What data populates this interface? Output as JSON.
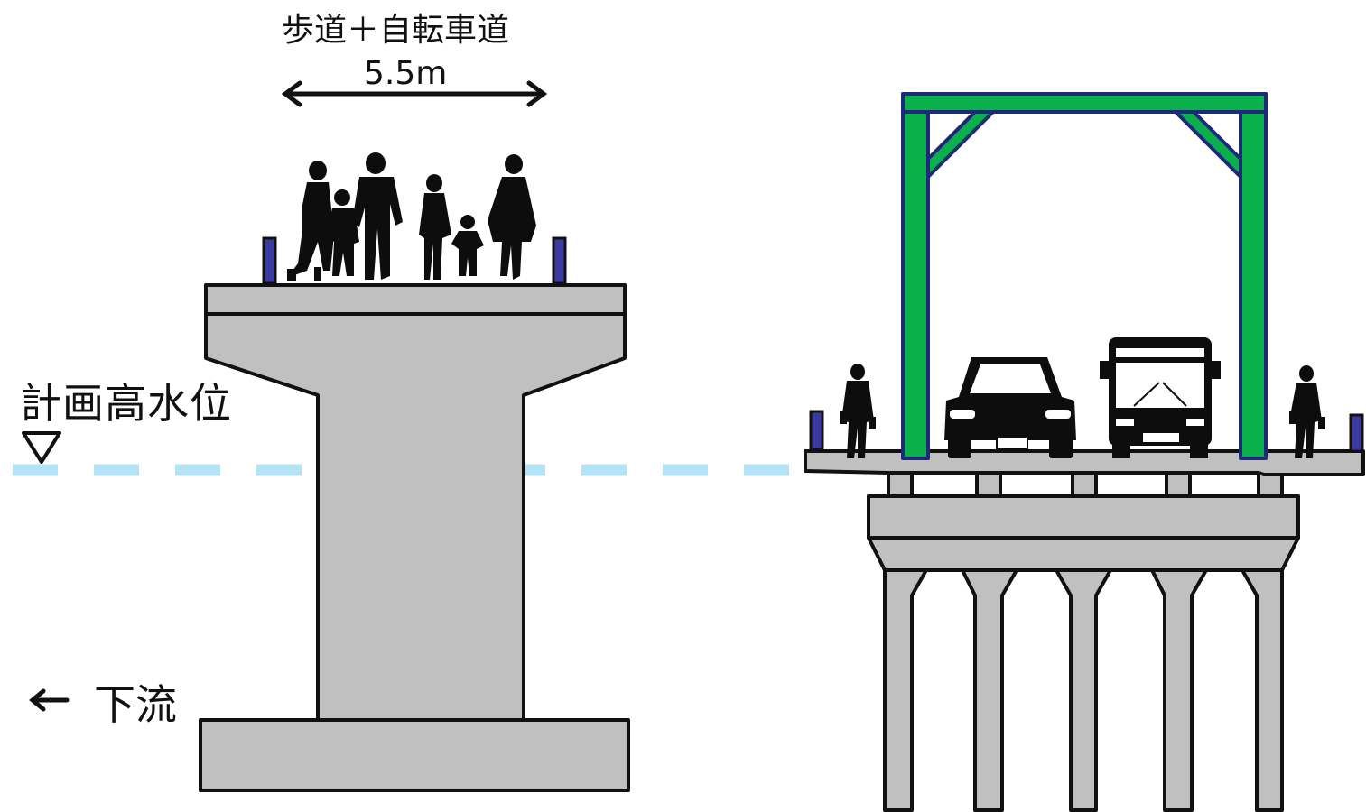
{
  "labels": {
    "walkway_title": "歩道＋自転車道",
    "walkway_width": "5.5m",
    "high_water_level": "計画高水位",
    "downstream": "下流"
  },
  "icons": {
    "water_level_marker": "down-triangle-icon",
    "flow_direction": "arrow-left-icon",
    "dimension": "double-arrow-icon"
  },
  "colors": {
    "concrete": "#c0c0c0",
    "outline": "#111111",
    "frame_green": "#0ab04b",
    "frame_edge": "#1e2a78",
    "post_blue": "#3a3aa0",
    "water_line": "#b3e3f5",
    "silhouette": "#0d0d0d"
  }
}
